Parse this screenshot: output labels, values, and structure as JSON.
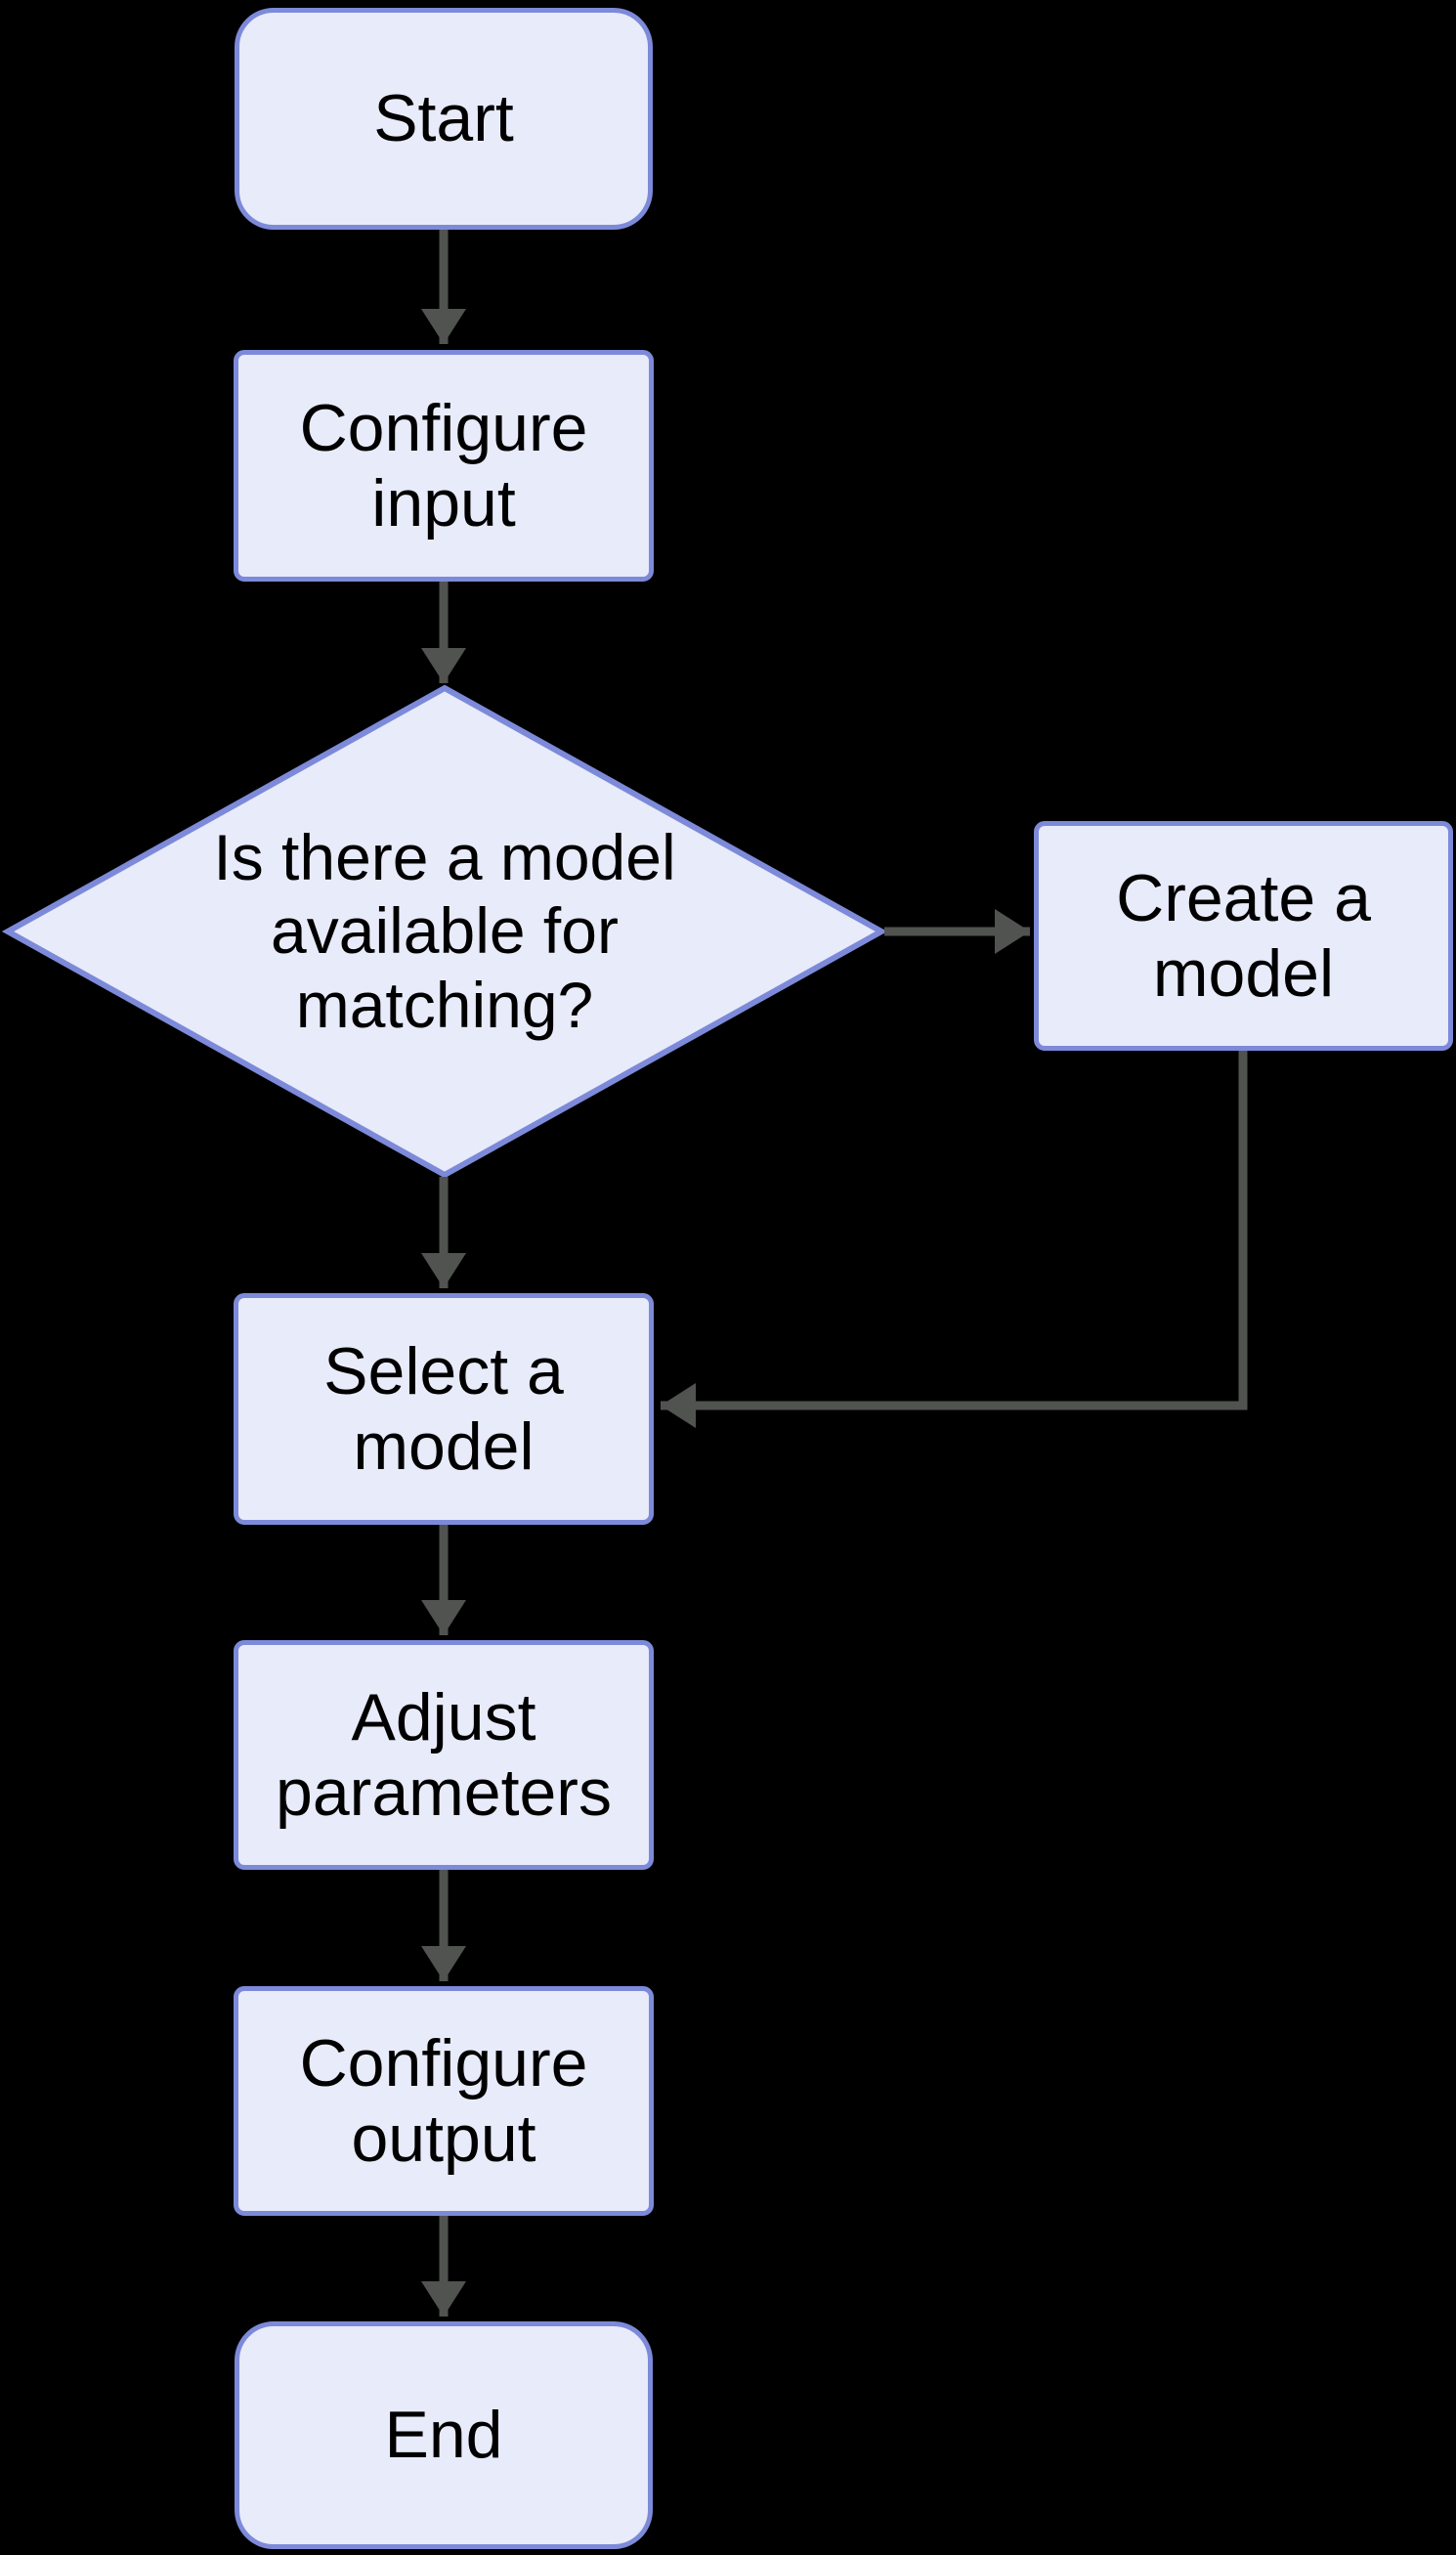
{
  "diagram": {
    "type": "flowchart",
    "direction": "top-down",
    "colors": {
      "background": "#000000",
      "node_fill": "#E8EBF9",
      "node_border": "#7D8AD9",
      "connector": "#515351",
      "text": "#000000"
    },
    "nodes": {
      "start": {
        "label": "Start",
        "shape": "rounded-terminal"
      },
      "configure_input": {
        "label": "Configure\ninput",
        "shape": "process"
      },
      "decision": {
        "label": "Is there a model\navailable for\nmatching?",
        "shape": "diamond"
      },
      "create_model": {
        "label": "Create a\nmodel",
        "shape": "process"
      },
      "select_model": {
        "label": "Select a\nmodel",
        "shape": "process"
      },
      "adjust_parameters": {
        "label": "Adjust\nparameters",
        "shape": "process"
      },
      "configure_output": {
        "label": "Configure\noutput",
        "shape": "process"
      },
      "end": {
        "label": "End",
        "shape": "rounded-terminal"
      }
    },
    "edges": [
      {
        "from": "start",
        "to": "configure_input",
        "label": ""
      },
      {
        "from": "configure_input",
        "to": "decision",
        "label": ""
      },
      {
        "from": "decision",
        "to": "create_model",
        "label": ""
      },
      {
        "from": "decision",
        "to": "select_model",
        "label": ""
      },
      {
        "from": "create_model",
        "to": "select_model",
        "label": ""
      },
      {
        "from": "select_model",
        "to": "adjust_parameters",
        "label": ""
      },
      {
        "from": "adjust_parameters",
        "to": "configure_output",
        "label": ""
      },
      {
        "from": "configure_output",
        "to": "end",
        "label": ""
      }
    ]
  }
}
